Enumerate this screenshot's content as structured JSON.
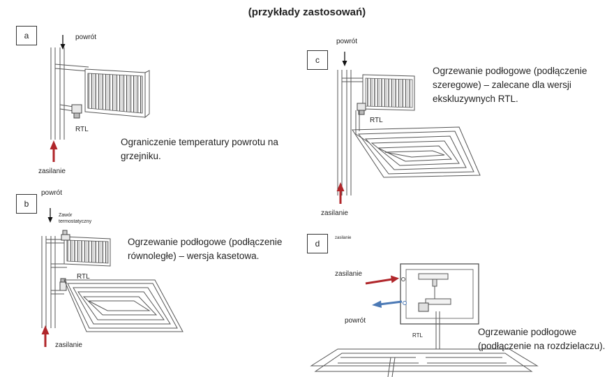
{
  "title": "(przykłady zastosowań)",
  "colors": {
    "supply_arrow": "#b0262a",
    "return_arrow": "#4b79b5",
    "line": "#555555",
    "box_border": "#333333"
  },
  "panels": {
    "a": {
      "letter": "a",
      "return_label": "powrót",
      "valve_label": "RTL",
      "supply_label": "zasilanie",
      "description_lines": [
        "Ograniczenie temperatury powrotu na",
        "grzejniku."
      ]
    },
    "b": {
      "letter": "b",
      "return_label": "powrót",
      "thermostatic_label": [
        "Zawór",
        "termostatyczny"
      ],
      "valve_label": "RTL",
      "supply_label": "zasilanie",
      "description_lines": [
        "Ogrzewanie podłogowe (podłączenie",
        "równoległe) – wersja kasetowa."
      ]
    },
    "c": {
      "letter": "c",
      "return_label": "powrót",
      "valve_label": "RTL",
      "supply_label": "zasilanie",
      "description_lines": [
        "Ogrzewanie podłogowe (podłączenie",
        "szeregowe) – zalecane dla wersji",
        "ekskluzywnych RTL."
      ]
    },
    "d": {
      "letter": "d",
      "small_label": "zasilanie",
      "supply_label": "zasilanie",
      "return_label": "powrót",
      "valve_label": "RTL",
      "description_lines": [
        "Ogrzewanie podłogowe",
        "(podłączenie na rozdzielaczu)."
      ]
    }
  }
}
